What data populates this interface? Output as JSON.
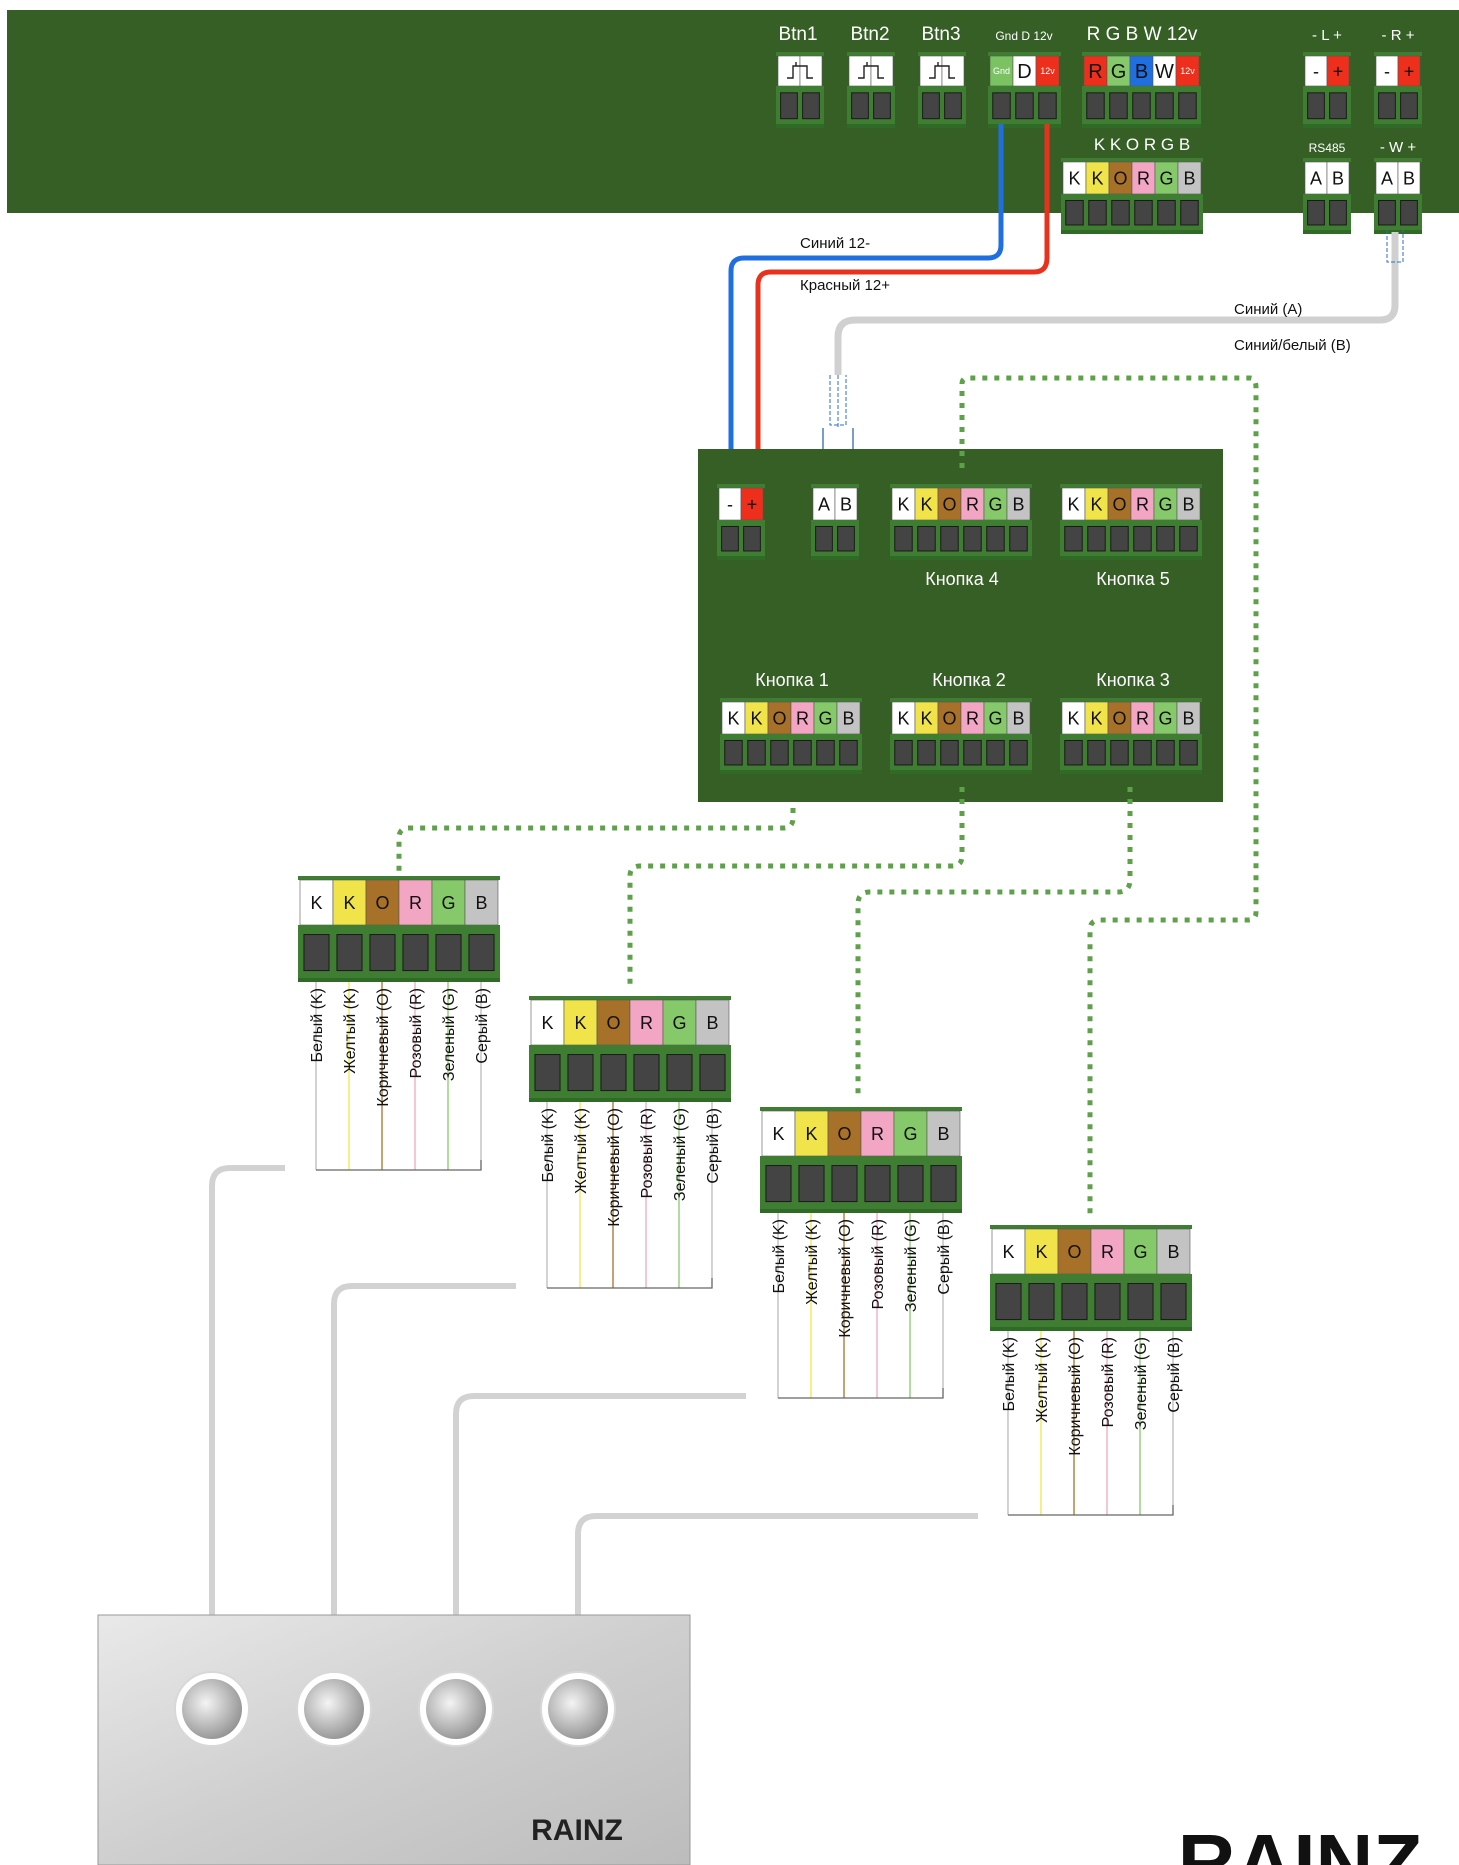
{
  "controller": {
    "labels": {
      "btn1": "Btn1",
      "btn2": "Btn2",
      "btn3": "Btn3",
      "gnd_d_12v": "Gnd D 12v",
      "rgbw12v": "R G B W 12v",
      "kkorgb": "K K O R G B",
      "l_pm": "- L +",
      "r_pm": "- R +",
      "rs485": "RS485",
      "w_pm": "- W +"
    },
    "pin_text": {
      "gnd": "Gnd",
      "d": "D",
      "v12": "12v",
      "r": "R",
      "g": "G",
      "b": "B",
      "w": "W",
      "minus": "-",
      "plus": "+",
      "a": "A",
      "bb": "B",
      "k": "K",
      "o": "O"
    }
  },
  "wires": {
    "blue": "Синий 12-",
    "red": "Красный 12+",
    "rs_a": "Синий (A)",
    "rs_b": "Синий/белый (B)"
  },
  "hub": {
    "buttons": [
      "Кнопка 1",
      "Кнопка 2",
      "Кнопка 3",
      "Кнопка 4",
      "Кнопка 5"
    ]
  },
  "button_connector": {
    "pins": [
      "K",
      "K",
      "O",
      "R",
      "G",
      "B"
    ],
    "wire_labels": [
      "Белый (K)",
      "Желтый (K)",
      "Коричневый (O)",
      "Розовый (R)",
      "Зеленый (G)",
      "Серый (B)"
    ]
  },
  "panel": {
    "logo": "RAINZ",
    "button_count": 4
  },
  "brand": {
    "logo": "RAINZ"
  },
  "colors": {
    "board": "#365f26",
    "board_dark": "#2c4d1e",
    "terminal": "#3f7d32",
    "wire_blue": "#1f6fe0",
    "wire_red": "#e8321e",
    "pin_white": "#ffffff",
    "pin_yellow": "#f0e44a",
    "pin_brown": "#a77129",
    "pin_pink": "#f2a6c3",
    "pin_green": "#86c96a",
    "pin_gray": "#c3c3c3",
    "pin_red": "#ee2f1b",
    "pin_blue": "#1f6fe0",
    "green_dotted": "#5fa04b",
    "cable_gray": "#d2d2d2"
  }
}
